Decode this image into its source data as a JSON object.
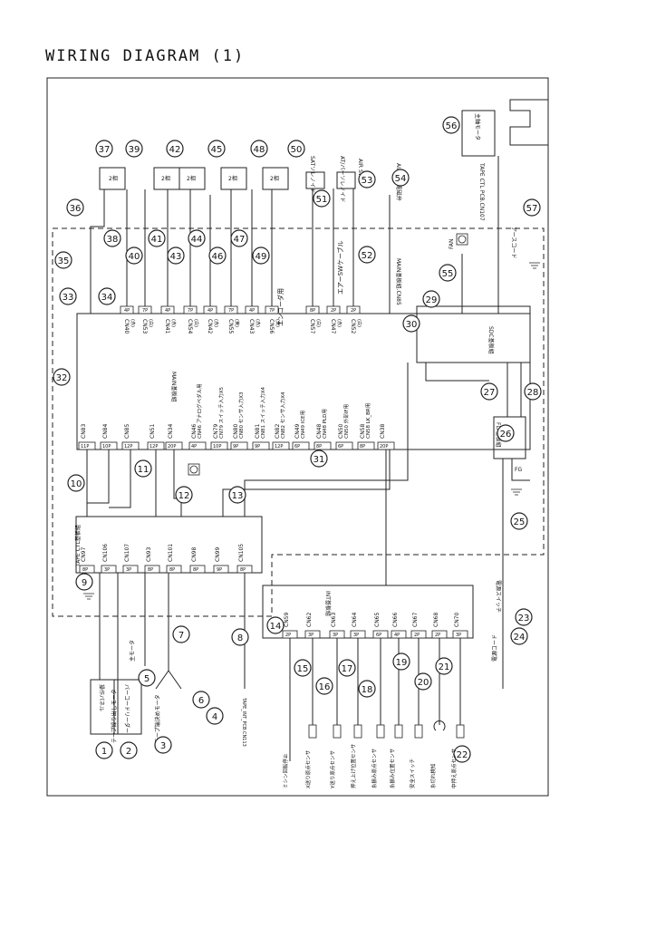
{
  "title": "WIRING DIAGRAM (1)",
  "boards": {
    "main": "MAIN基板組",
    "tape": "TAPE CTL基板組",
    "sdc": "SDC基板組",
    "int": "INT基板組",
    "flt": "FLT基板組"
  },
  "callouts": [
    "1",
    "2",
    "3",
    "4",
    "5",
    "6",
    "7",
    "8",
    "9",
    "10",
    "11",
    "12",
    "13",
    "14",
    "15",
    "16",
    "17",
    "18",
    "19",
    "20",
    "21",
    "22",
    "23",
    "24",
    "25",
    "26",
    "27",
    "28",
    "29",
    "30",
    "31",
    "32",
    "33",
    "34",
    "35",
    "36",
    "37",
    "38",
    "39",
    "40",
    "41",
    "42",
    "43",
    "44",
    "45",
    "46",
    "47",
    "48",
    "49",
    "50",
    "51",
    "52",
    "53",
    "54",
    "55",
    "56",
    "57"
  ],
  "top_connectors": [
    {
      "name": "CN40",
      "pins": "4P",
      "color": "(赤)"
    },
    {
      "name": "CN53",
      "pins": "7P",
      "color": "(白)"
    },
    {
      "name": "CN41",
      "pins": "4P",
      "color": "(赤)"
    },
    {
      "name": "CN54",
      "pins": "7P",
      "color": "(白)"
    },
    {
      "name": "CN42",
      "pins": "4P",
      "color": "(赤)"
    },
    {
      "name": "CN55",
      "pins": "7P",
      "color": "(黄)"
    },
    {
      "name": "CN43",
      "pins": "4P",
      "color": "(赤)"
    },
    {
      "name": "CN56",
      "pins": "7P",
      "color": "(黄)"
    },
    {
      "name": "CN57",
      "pins": "8P",
      "color": "(白)"
    },
    {
      "name": "CN47",
      "pins": "2P",
      "color": "(赤)"
    },
    {
      "name": "CN52",
      "pins": "2P",
      "color": "(白)"
    }
  ],
  "main_bottom_connectors": [
    {
      "name": "CN83",
      "pins": "11P"
    },
    {
      "name": "CN84",
      "pins": "10P"
    },
    {
      "name": "CN85",
      "pins": "12P"
    },
    {
      "name": "CN51",
      "pins": "12P"
    },
    {
      "name": "CN34",
      "pins": "20P"
    },
    {
      "name": "CN46",
      "pins": "4P"
    },
    {
      "name": "CN79",
      "pins": "10P"
    },
    {
      "name": "CN80",
      "pins": "9P"
    },
    {
      "name": "CN81",
      "pins": "9P"
    },
    {
      "name": "CN82",
      "pins": "12P"
    },
    {
      "name": "CN49",
      "pins": "6P"
    },
    {
      "name": "CN48",
      "pins": "8P"
    },
    {
      "name": "CN50",
      "pins": "6P"
    },
    {
      "name": "CN58",
      "pins": "8P"
    },
    {
      "name": "CN38",
      "pins": "20P"
    }
  ],
  "main_func_labels": [
    "CN46 アナログペダル用",
    "CN79 スイッチ入力X5",
    "CN80 センサ入力X3",
    "CN81 スイッチ入力X4",
    "CN82 センサ入力X4",
    "CN49 ICE用",
    "CN48 PLD用",
    "CN50 外部IF用",
    "CN58 LK_BR用"
  ],
  "tape_connectors": [
    {
      "name": "CN97",
      "pins": "8P"
    },
    {
      "name": "CN106",
      "pins": "3P"
    },
    {
      "name": "CN107",
      "pins": "3P"
    },
    {
      "name": "CN93",
      "pins": "8P"
    },
    {
      "name": "CN101",
      "pins": "8P"
    },
    {
      "name": "CN98",
      "pins": "8P"
    },
    {
      "name": "CN99",
      "pins": "9P"
    },
    {
      "name": "CN105",
      "pins": "8P"
    }
  ],
  "int_connectors": [
    {
      "name": "CN59",
      "pins": "2P"
    },
    {
      "name": "CN62",
      "pins": "3P"
    },
    {
      "name": "CN63",
      "pins": "3P"
    },
    {
      "name": "CN64",
      "pins": "3P"
    },
    {
      "name": "CN65",
      "pins": "6P"
    },
    {
      "name": "CN66",
      "pins": "4P"
    },
    {
      "name": "CN67",
      "pins": "2P"
    },
    {
      "name": "CN68",
      "pins": "2P"
    },
    {
      "name": "CN70",
      "pins": "3P"
    }
  ],
  "side_labels": {
    "encoder": "エンコーダ用",
    "air_sw_cable": "エアーSWケーブル",
    "air_off": "AIR-OFF電磁弁",
    "main_motor": "主軸モータ",
    "tape_ctl_pcb": "TAPE CTL PCB.CN107",
    "earth_cord": "アースコード",
    "power_cord": "電源コード",
    "fan": "FAN",
    "fg": "FG",
    "main_shaft_motor": "主モータ",
    "tape_int_pcb": "TAPE_INT_PCB.CN113",
    "power_switch": "電源スイッチ",
    "main_sdc": "MAIN基板組.CN85",
    "air_sw": "AIR SW",
    "panel": "操作パネル",
    "barcode": "バーコードリーダー",
    "feed_motor": "テープ繰り出しモータ",
    "cut_motor": "テープ端決めモータ",
    "two_phase": "2相",
    "dummy": "ダミー",
    "solenoid_a": "SATソレノイド",
    "solenoid_b": "AT/バーソレノイド",
    "sensor_bottom": [
      "ミシン回転停止",
      "X送り原点センサ",
      "Y送り原点センサ",
      "押え上げ位置センサ",
      "糸振み原点センサ",
      "糸振み位置センサ",
      "安全スイッチ",
      "糸切れ検知",
      "中押え原点センサ"
    ]
  }
}
